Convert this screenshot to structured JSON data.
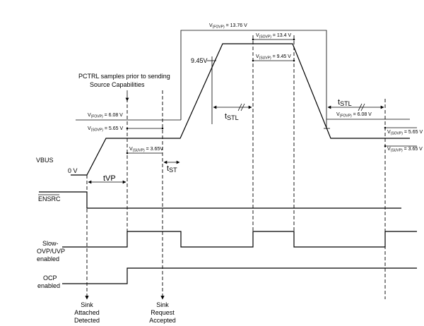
{
  "caption": {
    "pctrl_line1": "PCTRL samples prior to sending",
    "pctrl_line2": "Source Capabilities"
  },
  "signals": {
    "vbus": "VBUS",
    "ensrc": "ENSRC",
    "slow_ovp_line1": "Slow-",
    "slow_ovp_line2": "OVP/UVP",
    "slow_ovp_line3": "enabled",
    "ocp_line1": "OCP",
    "ocp_line2": "enabled"
  },
  "levels": {
    "zero": "0 V",
    "v945": "9.45V",
    "fovp_high": {
      "sym": "V",
      "sub": "(FOVP)",
      "val": " = 13.76 V"
    },
    "sovp_high": {
      "sym": "V",
      "sub": "(SOVP)",
      "val": " = 13.4 V"
    },
    "suvp_high": {
      "sym": "V",
      "sub": "(SUVP)",
      "val": " = 9.45 V"
    },
    "fovp_left": {
      "sym": "V",
      "sub": "(FOVP)",
      "val": " = 6.08 V"
    },
    "sovp_left": {
      "sym": "V",
      "sub": "(SOVP)",
      "val": " = 5.65 V"
    },
    "suvp_left": {
      "sym": "V",
      "sub": "(SUVP)",
      "val": " = 3.65V"
    },
    "fovp_right": {
      "sym": "V",
      "sub": "(FOVP)",
      "val": " = 6.08 V"
    },
    "sovp_right": {
      "sym": "V",
      "sub": "(SOVP)",
      "val": " = 5.65 V"
    },
    "suvp_right": {
      "sym": "V",
      "sub": "(SUVP)",
      "val": " = 3.65 V"
    }
  },
  "timings": {
    "tvp": "tVP",
    "tst": {
      "sym": "t",
      "sub": "ST"
    },
    "tstl_mid": {
      "sym": "t",
      "sub": "STL"
    },
    "tstl_right": {
      "sym": "t",
      "sub": "STL"
    }
  },
  "events": {
    "attached_line1": "Sink",
    "attached_line2": "Attached",
    "attached_line3": "Detected",
    "request_line1": "Sink",
    "request_line2": "Request",
    "request_line3": "Accepted"
  }
}
